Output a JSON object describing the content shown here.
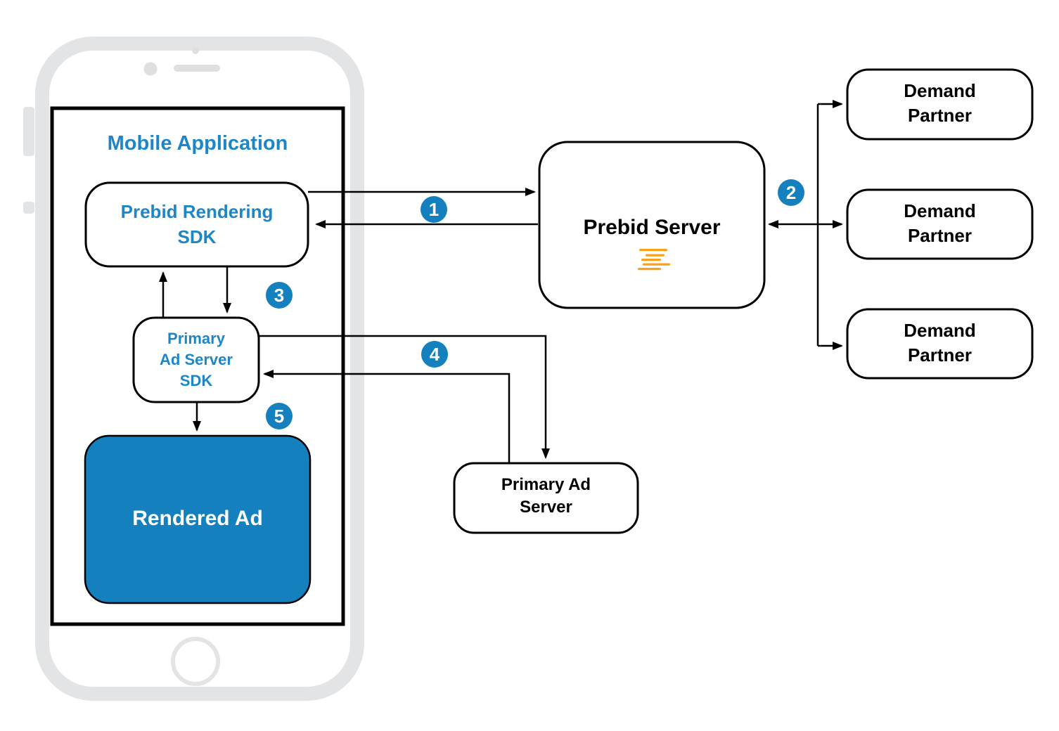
{
  "diagram": {
    "mobile_app": {
      "title": "Mobile Application"
    },
    "nodes": {
      "prebid_rendering_sdk": {
        "label": "Prebid Rendering\nSDK"
      },
      "primary_ad_server_sdk": {
        "label": "Primary\nAd Server\nSDK"
      },
      "rendered_ad": {
        "label": "Rendered Ad"
      },
      "prebid_server": {
        "label": "Prebid Server"
      },
      "primary_ad_server": {
        "label": "Primary Ad\nServer"
      },
      "demand_partner_1": {
        "label": "Demand\nPartner"
      },
      "demand_partner_2": {
        "label": "Demand\nPartner"
      },
      "demand_partner_3": {
        "label": "Demand\nPartner"
      }
    },
    "steps": [
      {
        "number": "1"
      },
      {
        "number": "2"
      },
      {
        "number": "3"
      },
      {
        "number": "4"
      },
      {
        "number": "5"
      }
    ],
    "icons": {
      "prebid_logo": "prebid-logo-icon"
    },
    "colors": {
      "accent_blue": "#1580BE",
      "text_blue": "#1E86C7",
      "prebid_orange": "#F9A11B",
      "phone_gray": "#E3E4E6",
      "line_black": "#000000"
    }
  }
}
